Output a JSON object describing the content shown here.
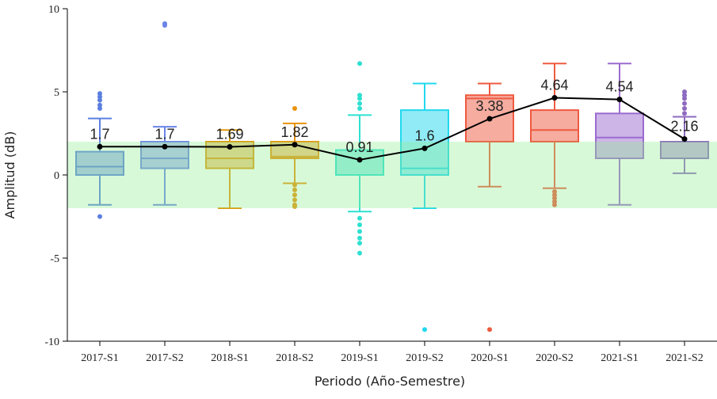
{
  "chart_data": {
    "type": "box",
    "title": "",
    "xlabel": "Periodo (Año-Semestre)",
    "ylabel": "Amplitud (dB)",
    "ylim": [
      -10,
      10
    ],
    "yticks": [
      10,
      5,
      0,
      -5,
      -10
    ],
    "reference_band": [
      -2,
      2
    ],
    "band_color": "#90ee90",
    "categories": [
      "2017-S1",
      "2017-S2",
      "2018-S1",
      "2018-S2",
      "2019-S1",
      "2019-S2",
      "2020-S1",
      "2020-S2",
      "2021-S1",
      "2021-S2"
    ],
    "colors": [
      "#5b7fe0",
      "#6a84e8",
      "#e09a10",
      "#e8920a",
      "#2ee0d0",
      "#22d8ee",
      "#ee5a40",
      "#ee5a40",
      "#9b6bd0",
      "#8e6ac0"
    ],
    "boxes": [
      {
        "low": -1.8,
        "q1": 0,
        "median": 0.5,
        "q3": 1.4,
        "high": 3.4,
        "outliers": [
          4.0,
          4.2,
          4.5,
          4.7,
          4.9,
          -2.5
        ]
      },
      {
        "low": -1.8,
        "q1": 0.4,
        "median": 1.0,
        "q3": 2.0,
        "high": 2.9,
        "outliers": [
          9.0,
          9.1
        ]
      },
      {
        "low": -2.0,
        "q1": 0.4,
        "median": 1.0,
        "q3": 2.0,
        "high": 2.7,
        "outliers": []
      },
      {
        "low": -0.5,
        "q1": 1.0,
        "median": 1.1,
        "q3": 2.0,
        "high": 3.1,
        "outliers": [
          4.0,
          -0.6,
          -0.9,
          -1.2,
          -1.5,
          -1.8,
          -1.9
        ]
      },
      {
        "low": -2.2,
        "q1": 0,
        "median": 0,
        "q3": 1.5,
        "high": 3.6,
        "outliers": [
          4.0,
          4.3,
          4.6,
          4.8,
          6.7,
          -2.6,
          -3.0,
          -3.4,
          -3.8,
          -4.1,
          -4.7
        ]
      },
      {
        "low": -2.0,
        "q1": 0,
        "median": 0.4,
        "q3": 3.9,
        "high": 5.5,
        "outliers": [
          -9.3
        ]
      },
      {
        "low": -0.7,
        "q1": 2.0,
        "median": 4.6,
        "q3": 4.8,
        "high": 5.5,
        "outliers": [
          -9.3
        ]
      },
      {
        "low": -0.8,
        "q1": 2.0,
        "median": 2.7,
        "q3": 3.9,
        "high": 6.7,
        "outliers": [
          -1.0,
          -1.2,
          -1.4,
          -1.6,
          -1.8
        ]
      },
      {
        "low": -1.8,
        "q1": 1.0,
        "median": 2.25,
        "q3": 3.7,
        "high": 6.7,
        "outliers": []
      },
      {
        "low": 0.1,
        "q1": 1.0,
        "median": 2.0,
        "q3": 2.0,
        "high": 3.5,
        "outliers": [
          3.7,
          4.0,
          4.3,
          4.6,
          4.8,
          5.0
        ]
      }
    ],
    "mean_series": {
      "values": [
        1.7,
        1.7,
        1.69,
        1.82,
        0.91,
        1.6,
        3.38,
        4.64,
        4.54,
        2.16
      ],
      "labels": [
        "1.7",
        "1.7",
        "1.69",
        "1.82",
        "0.91",
        "1.6",
        "3.38",
        "4.64",
        "4.54",
        "2.16"
      ],
      "color": "#000000"
    }
  }
}
